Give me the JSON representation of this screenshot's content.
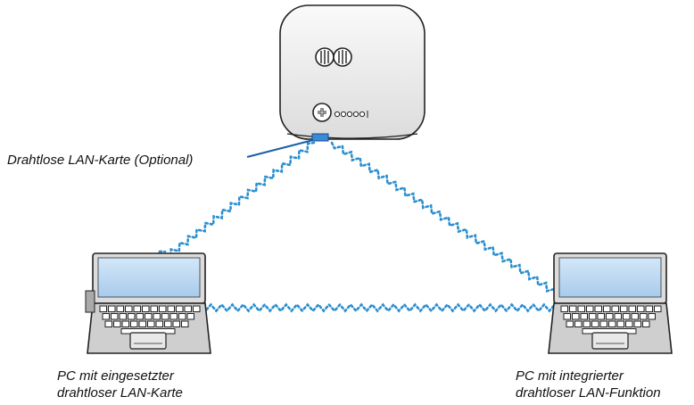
{
  "diagram": {
    "card_label": "Drahtlose LAN-Karte (Optional)",
    "pc_left_label_line1": "PC mit eingesetzter",
    "pc_left_label_line2": "drahtloser LAN-Karte",
    "pc_right_label_line1": "PC mit integrierter",
    "pc_right_label_line2": "drahtloser LAN-Funktion"
  },
  "colors": {
    "wireless_link": "#2a8fd0",
    "callout_line": "#1a5fa8",
    "screen": "#bcd9f4",
    "card_slot": "#3a8ad6"
  }
}
